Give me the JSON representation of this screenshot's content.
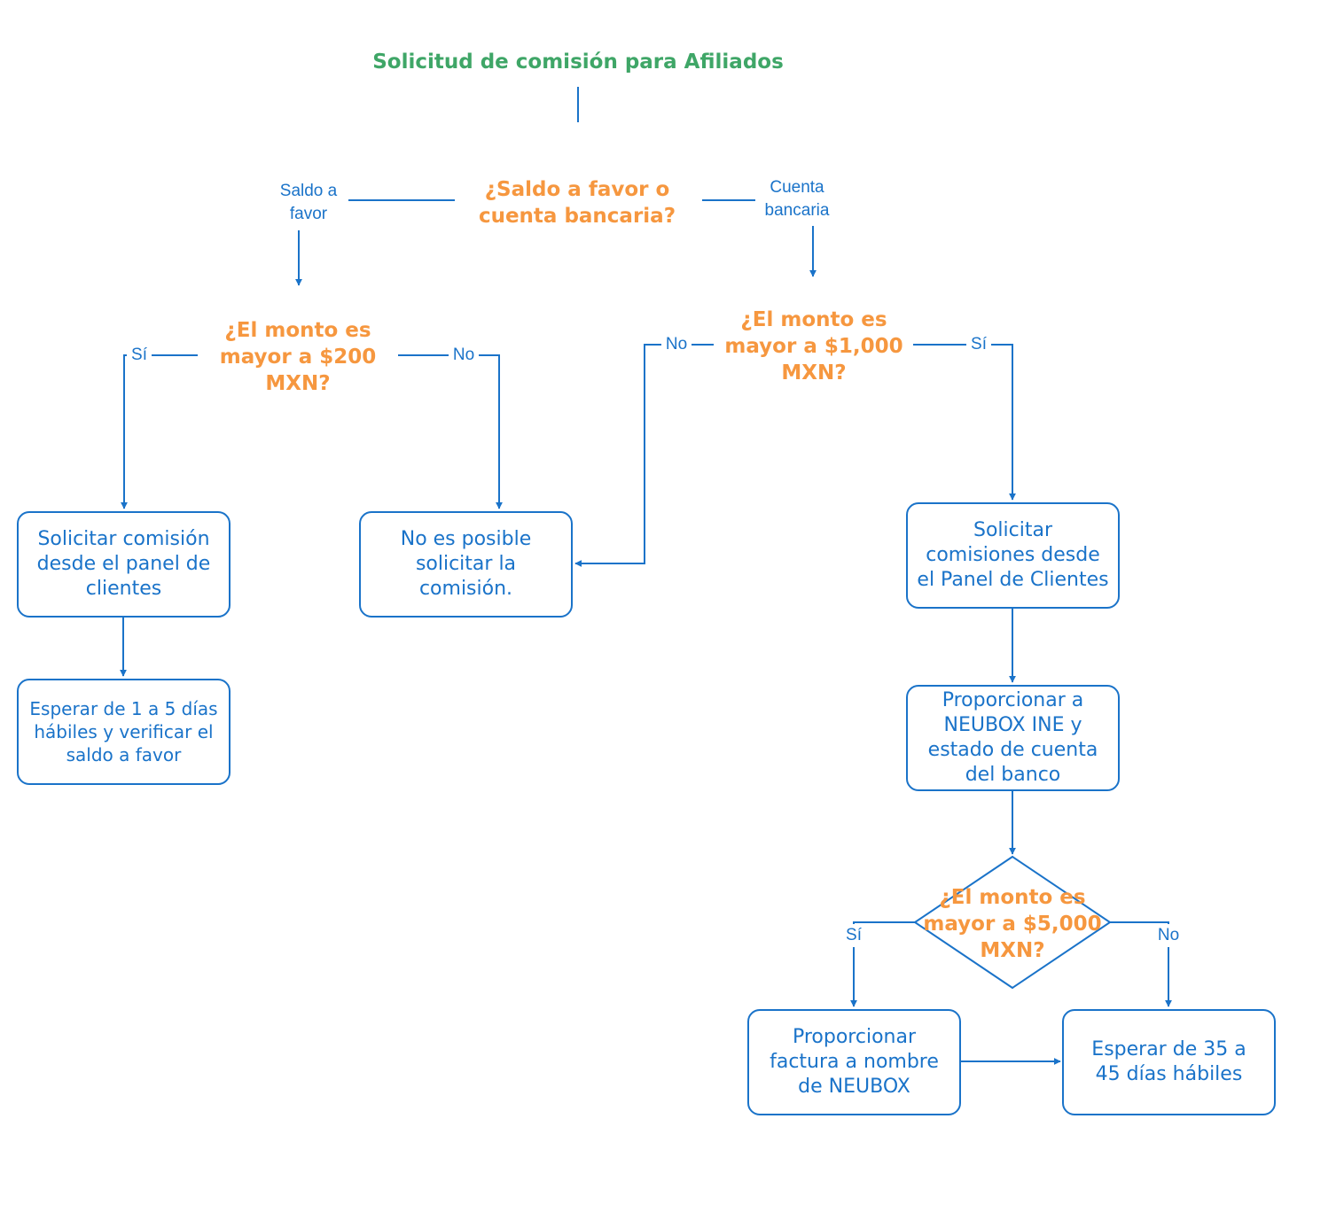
{
  "title": "Solicitud de comisión para Afiliados",
  "questions": {
    "q1": "¿Saldo a favor o\ncuenta bancaria?",
    "q2": "¿El monto es\nmayor a $200\nMXN?",
    "q3": "¿El monto es\nmayor a $1,000\nMXN?",
    "q4": "¿El monto es\nmayor a $5,000\nMXN?"
  },
  "labels": {
    "saldo": "Saldo a\nfavor",
    "cuenta": "Cuenta\nbancaria",
    "q2_si": "Sí",
    "q2_no": "No",
    "q3_no": "No",
    "q3_si": "Sí",
    "q4_si": "Sí",
    "q4_no": "No"
  },
  "boxes": {
    "solicitar_panel": "Solicitar comisión\ndesde el panel de\nclientes",
    "esperar_1_5": "Esperar de 1 a 5 días\nhábiles y verificar el\nsaldo a favor",
    "no_posible": "No es posible\nsolicitar la\ncomisión.",
    "solicitar_comisiones": "Solicitar\ncomisiones desde\nel Panel de Clientes",
    "proporcionar_ine": "Proporcionar a\nNEUBOX INE y\nestado de cuenta\ndel banco",
    "proporcionar_factura": "Proporcionar\nfactura a nombre\nde NEUBOX",
    "esperar_35_45": "Esperar de 35 a\n45 días hábiles"
  },
  "colors": {
    "stroke": "#1a73c9",
    "question": "#f6973f",
    "title": "#3fa667"
  }
}
